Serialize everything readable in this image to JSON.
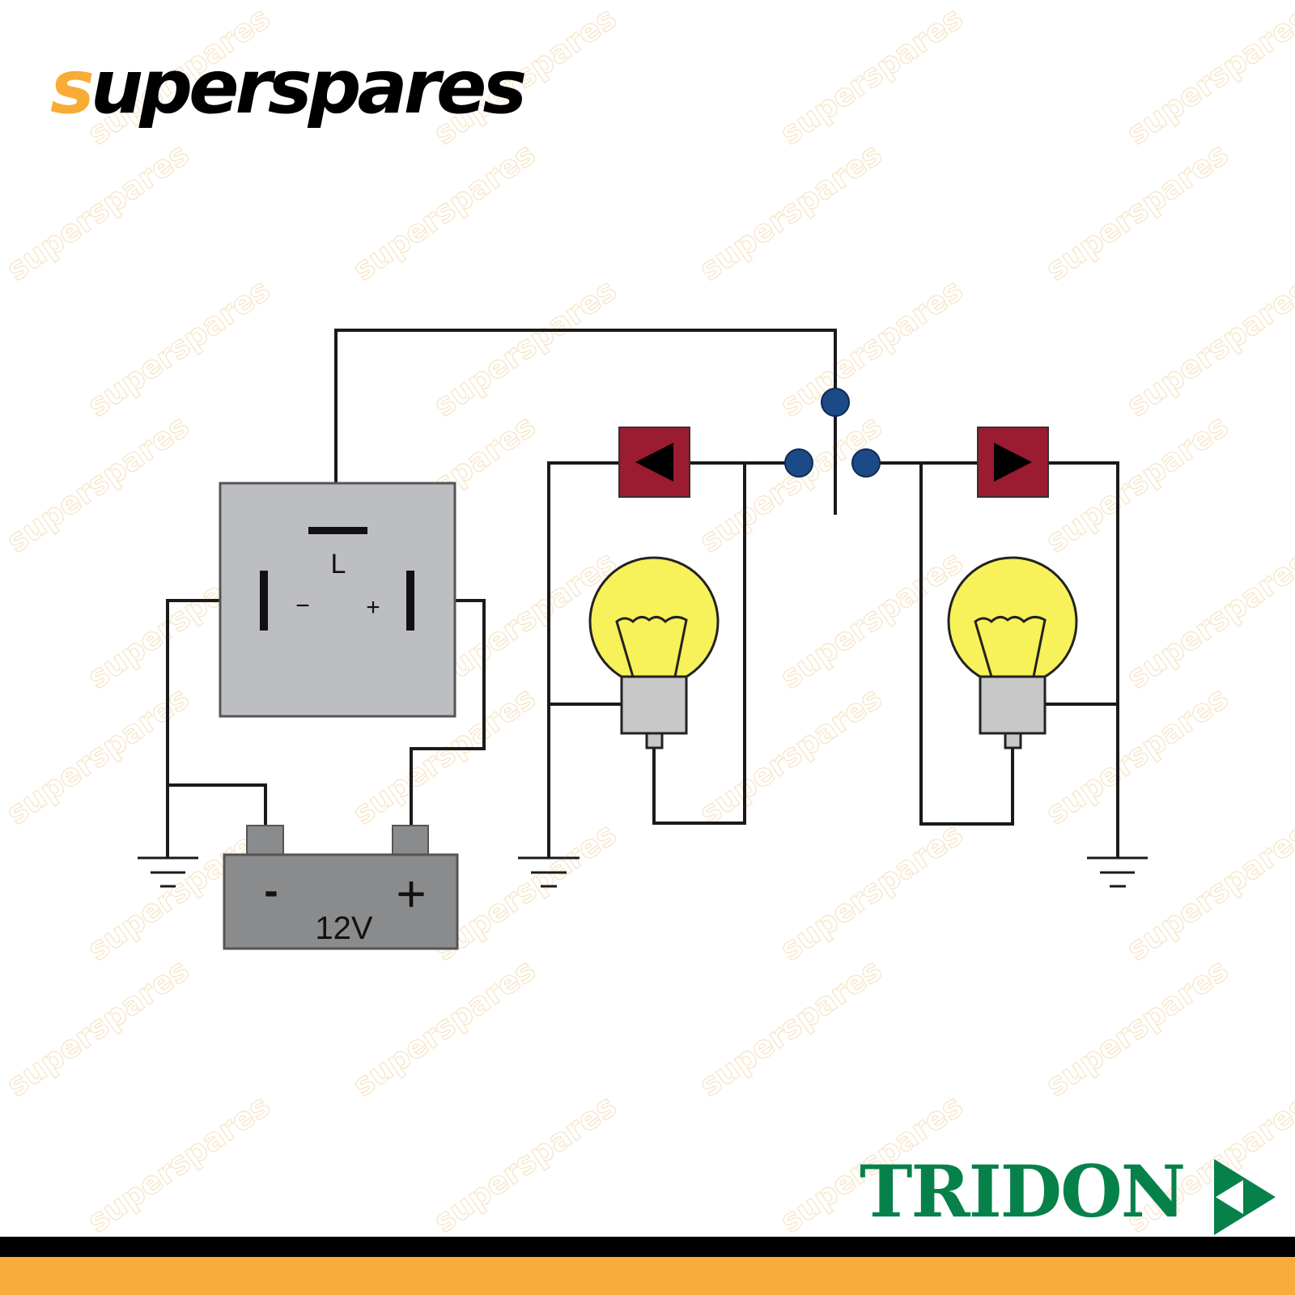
{
  "brand": {
    "logo_first": "s",
    "logo_rest": "uperspares",
    "watermark": "superspares"
  },
  "partner": {
    "name": "TRIDON"
  },
  "diagram": {
    "flasher": {
      "terminal_l": "L",
      "terminal_minus": "−",
      "terminal_plus": "+"
    },
    "battery": {
      "minus": "-",
      "plus": "+",
      "voltage": "12V"
    },
    "colors": {
      "flasher": "#bdbec1",
      "battery": "#8a8b8d",
      "indicator": "#9b1b30",
      "bulb": "#f7f15a",
      "switch_contact": "#1c4a86",
      "tridon_green": "#07814a",
      "accent_orange": "#f8ad3b"
    }
  }
}
